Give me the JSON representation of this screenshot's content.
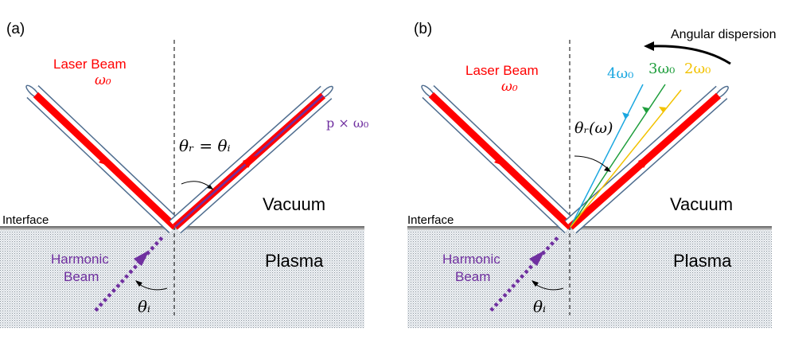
{
  "panel_a": {
    "label": "(a)",
    "laser_beam": "Laser Beam",
    "omega0": "ω₀",
    "reflection_eq": "θᵣ = θᵢ",
    "harmonic_label": "p × ω₀",
    "vacuum": "Vacuum",
    "plasma": "Plasma",
    "interface": "Interface",
    "harmonic_beam_line1": "Harmonic",
    "harmonic_beam_line2": "Beam",
    "theta_i": "θᵢ"
  },
  "panel_b": {
    "label": "(b)",
    "laser_beam": "Laser Beam",
    "omega0": "ω₀",
    "theta_r_omega": "θᵣ(ω)",
    "angular_dispersion": "Angular dispersion",
    "harmonics": [
      {
        "label": "4ω₀",
        "color": "#1aa7e0"
      },
      {
        "label": "3ω₀",
        "color": "#1e9e3c"
      },
      {
        "label": "2ω₀",
        "color": "#f2c200"
      }
    ],
    "vacuum": "Vacuum",
    "plasma": "Plasma",
    "interface": "Interface",
    "harmonic_beam_line1": "Harmonic",
    "harmonic_beam_line2": "Beam",
    "theta_i": "θᵢ"
  },
  "colors": {
    "laser": "#ff0000",
    "harmonic_beam": "#7030a0",
    "tube": "#4f6d8f",
    "harmonic_line_a": "#7030a0"
  }
}
